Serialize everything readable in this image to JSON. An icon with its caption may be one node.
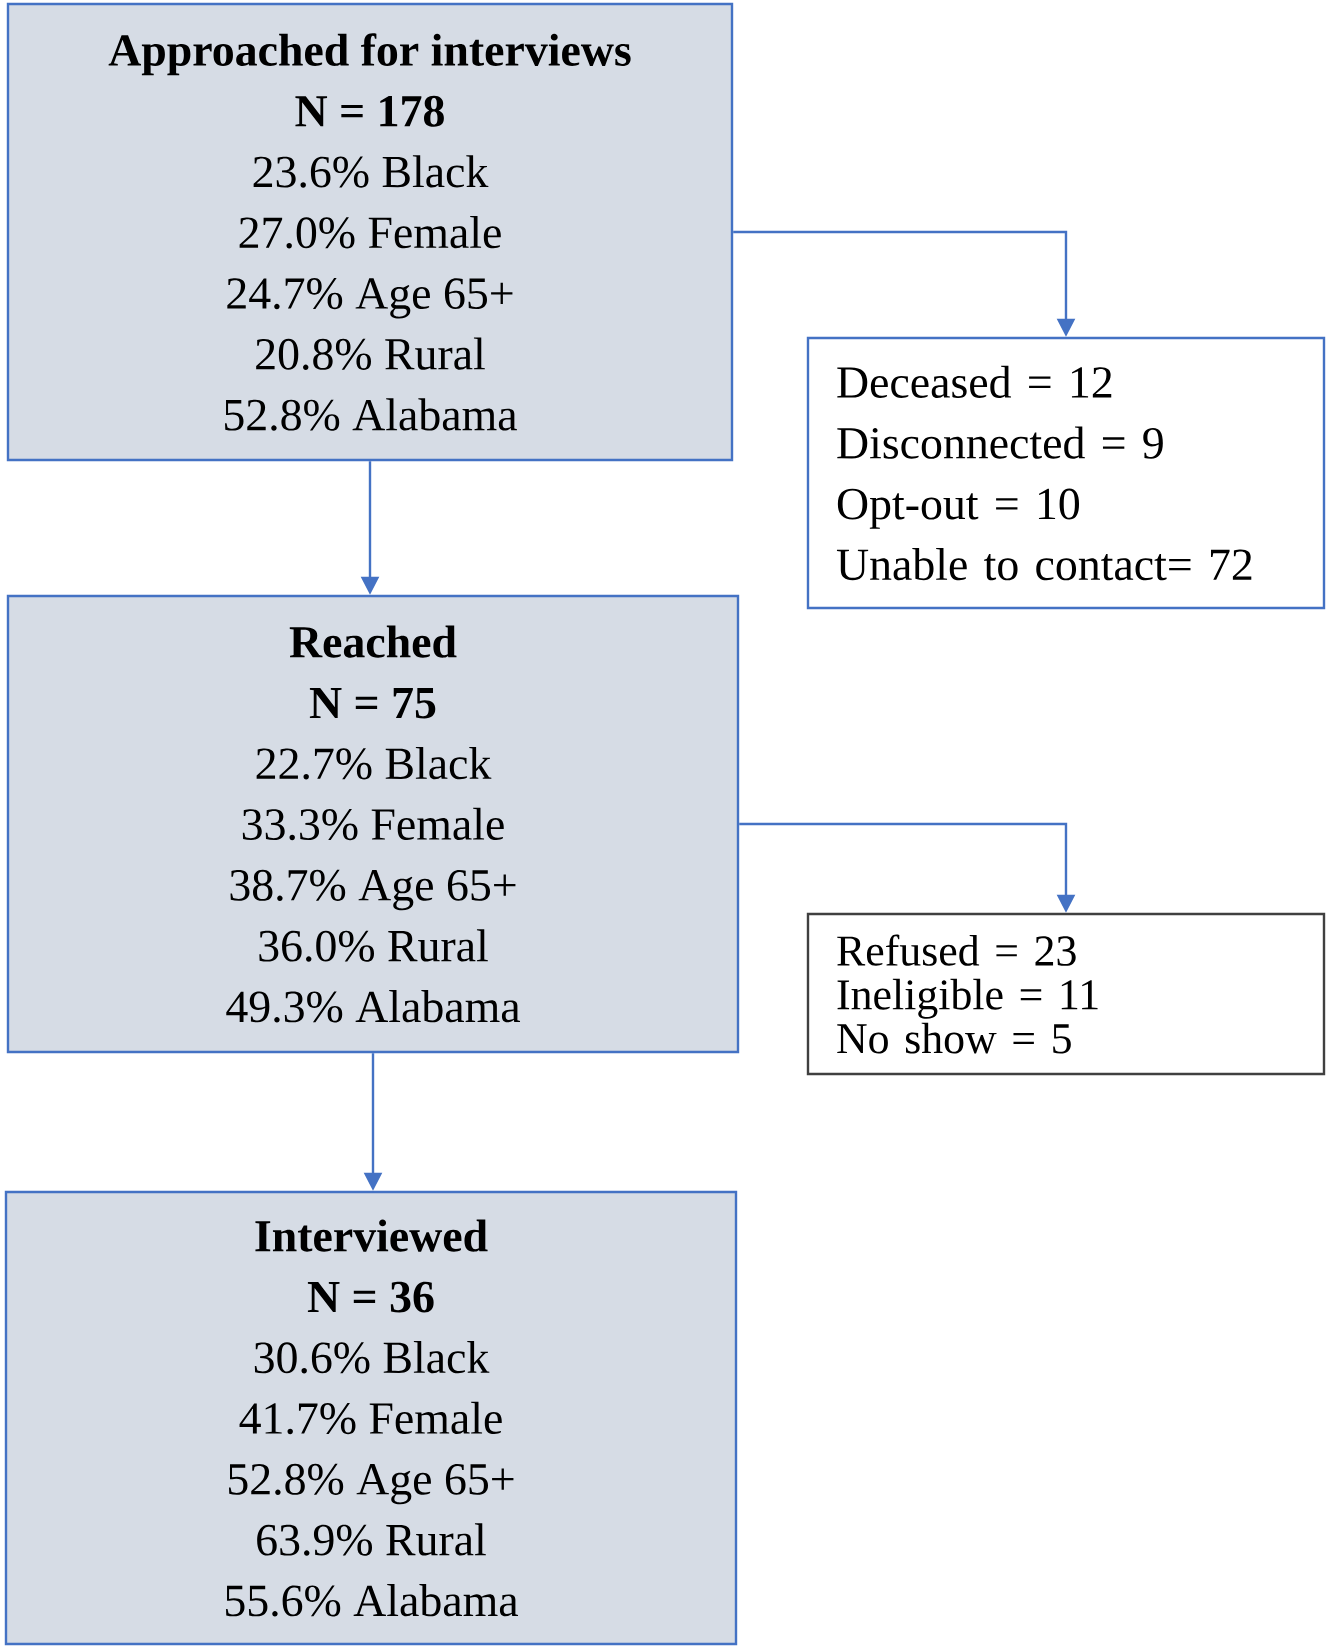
{
  "diagram": {
    "nodes": [
      {
        "text": [
          "Approached for interviews",
          "N = 178",
          "23.6% Black",
          "27.0% Female",
          "24.7% Age 65+",
          "20.8% Rural",
          "52.8% Alabama"
        ]
      },
      {
        "text": [
          "Deceased = 12",
          "Disconnected = 9",
          "Opt-out = 10",
          "Unable to contact= 72"
        ]
      },
      {
        "text": [
          "Reached",
          "N = 75",
          "22.7% Black",
          "33.3% Female",
          "38.7% Age 65+",
          "36.0% Rural",
          "49.3% Alabama"
        ]
      },
      {
        "text": [
          "Refused = 23",
          "Ineligible = 11",
          "No show = 5"
        ]
      },
      {
        "text": [
          "Interviewed",
          "N = 36",
          "30.6% Black",
          "41.7% Female",
          "52.8% Age 65+",
          "63.9% Rural",
          "55.6% Alabama"
        ]
      }
    ],
    "edges": [
      {
        "from": 0,
        "to": 1,
        "arrow": "to"
      },
      {
        "from": 0,
        "to": 2,
        "arrow": "to"
      },
      {
        "from": 2,
        "to": 3,
        "arrow": "to"
      },
      {
        "from": 2,
        "to": 4,
        "arrow": "to"
      }
    ]
  }
}
